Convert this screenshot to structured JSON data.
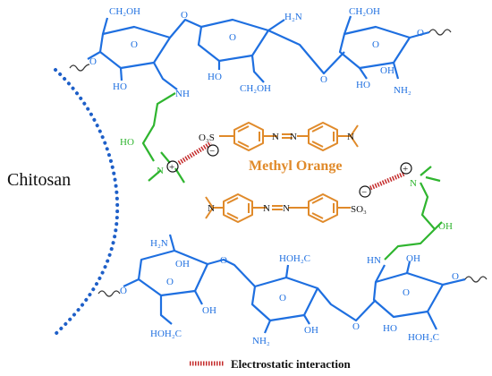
{
  "label_chitosan": "Chitosan",
  "label_dye": "Methyl Orange",
  "legend_text": "Electrostatic interaction",
  "colors": {
    "chitosan": "#1e6fe0",
    "linker": "#2fb52f",
    "dye": "#e08a2a",
    "interaction": "#c42a2a",
    "boundary": "#1e5fc8",
    "text": "#111111"
  },
  "groups": {
    "ch2oh": "CH₂OH",
    "hoh2c": "HOH₂C",
    "h2n": "H₂N",
    "nh2": "NH₂",
    "ho": "HO",
    "oh": "OH",
    "o": "O",
    "hn": "HN",
    "nh": "NH",
    "n": "N",
    "nplus": "N",
    "plus": "+",
    "minus": "−",
    "so3_left": "O₃S",
    "so3_right": "SO₃"
  }
}
